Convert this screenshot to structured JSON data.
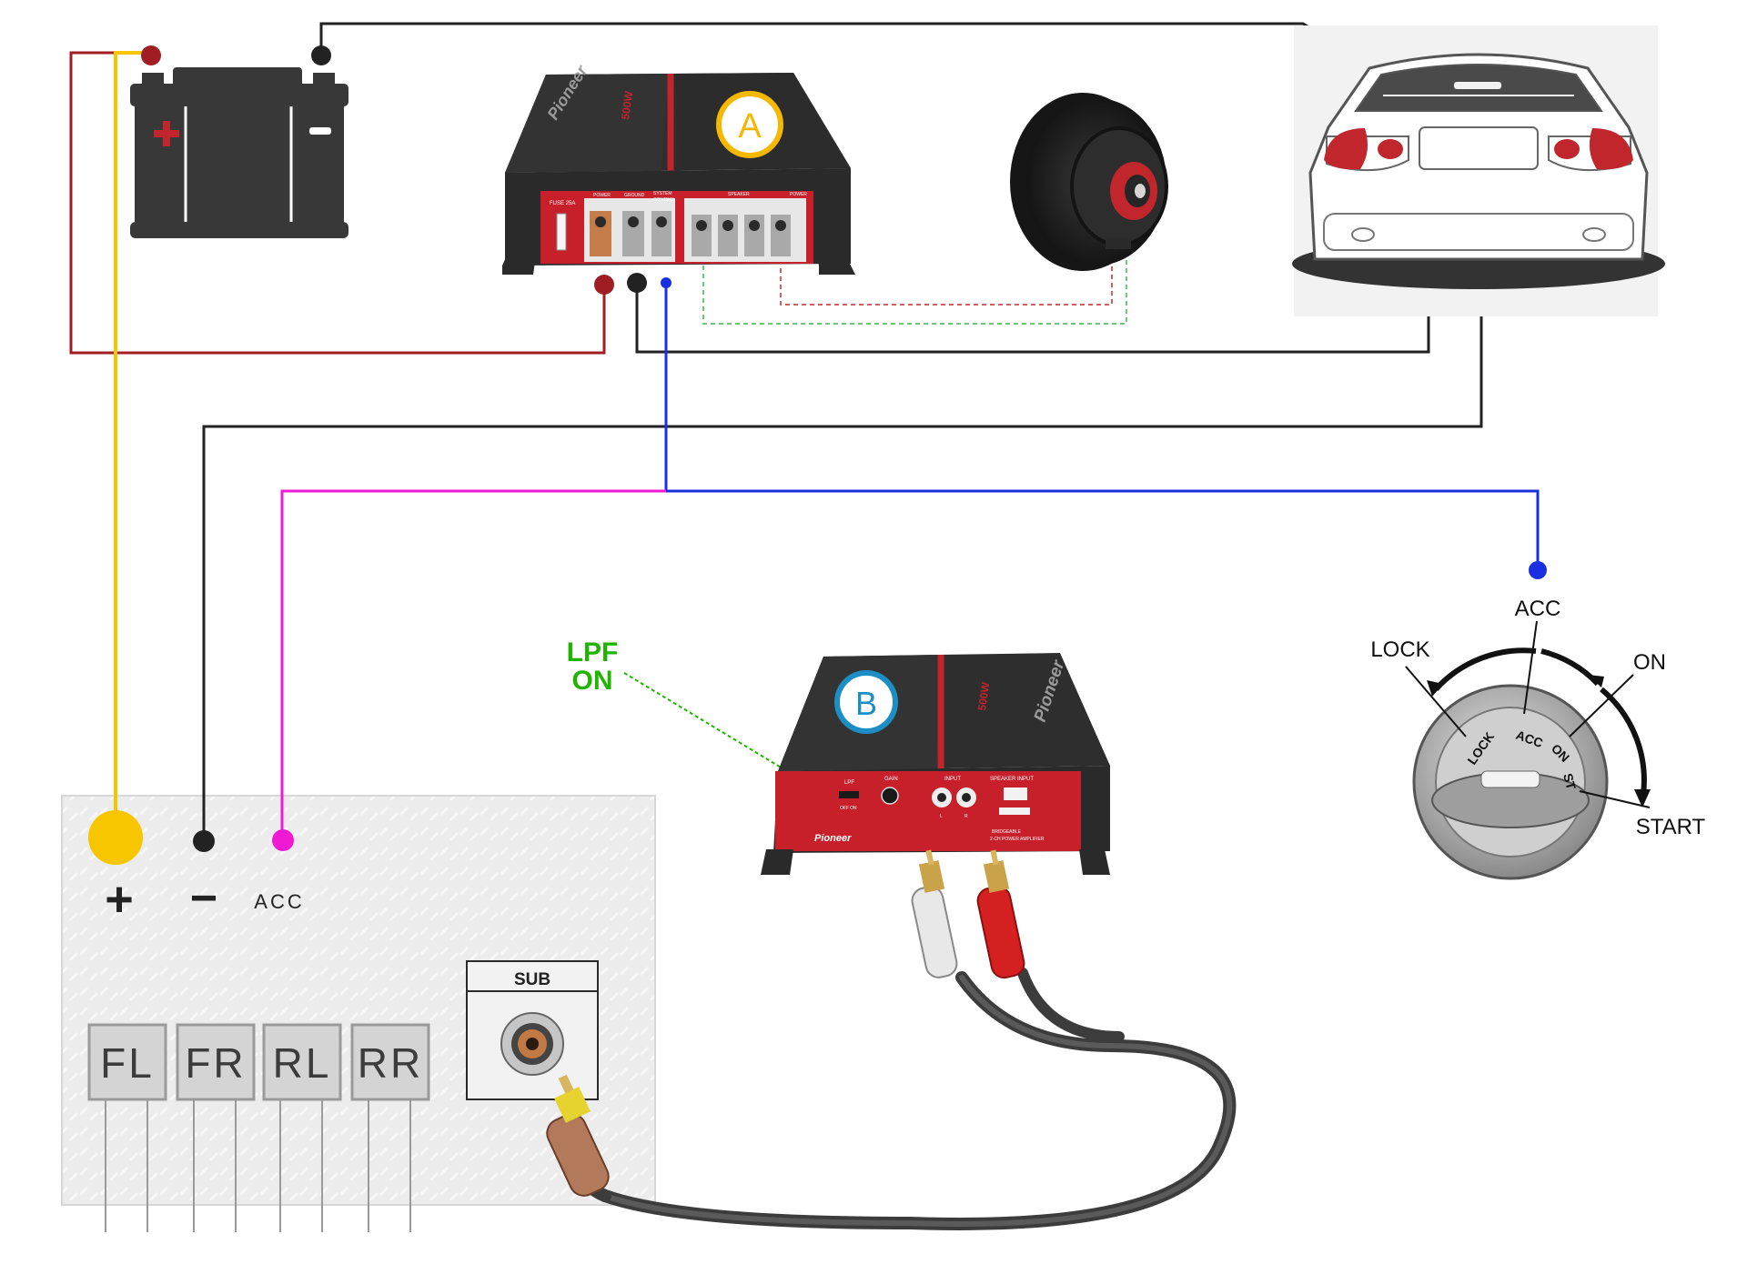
{
  "amp_a": {
    "badge": "A",
    "brand": "Pioneer",
    "rating": "500W",
    "fuse": "FUSE 25A",
    "term_power": "POWER",
    "term_ground": "GROUND",
    "term_system": "SYSTEM",
    "term_control": "CONTROL",
    "term_speaker": "SPEAKER",
    "led_power": "POWER"
  },
  "amp_b": {
    "badge": "B",
    "brand": "Pioneer",
    "rating": "500W",
    "lpf": "LPF",
    "lpf_off": "OFF",
    "lpf_on": "ON",
    "gain": "GAIN",
    "input": "INPUT",
    "input_l": "L",
    "input_r": "R",
    "speaker_input": "SPEAKER INPUT",
    "model_line1": "BRIDGEABLE",
    "model_line2": "2-CH POWER AMPLIFIER"
  },
  "lpf_label": {
    "line1": "LPF",
    "line2": "ON"
  },
  "ignition": {
    "acc": "ACC",
    "lock": "LOCK",
    "on": "ON",
    "start": "START",
    "dial_lock": "LOCK",
    "dial_acc": "ACC",
    "dial_on": "ON",
    "dial_st": "ST"
  },
  "head_unit": {
    "plus": "+",
    "minus": "−",
    "acc": "ACC",
    "sub": "SUB",
    "outputs": [
      "FL",
      "FR",
      "RL",
      "RR"
    ]
  },
  "colors": {
    "positive": "#a01e23",
    "ground": "#222222",
    "remote": "#1a2fe0",
    "yellow": "#f7c600",
    "acc": "#f01ad4",
    "lpf_green": "#20b400"
  },
  "icons": [
    "battery-icon",
    "amplifier-a-icon",
    "subwoofer-icon",
    "car-rear-icon",
    "amplifier-b-icon",
    "ignition-switch-icon",
    "rca-cable-icon"
  ]
}
